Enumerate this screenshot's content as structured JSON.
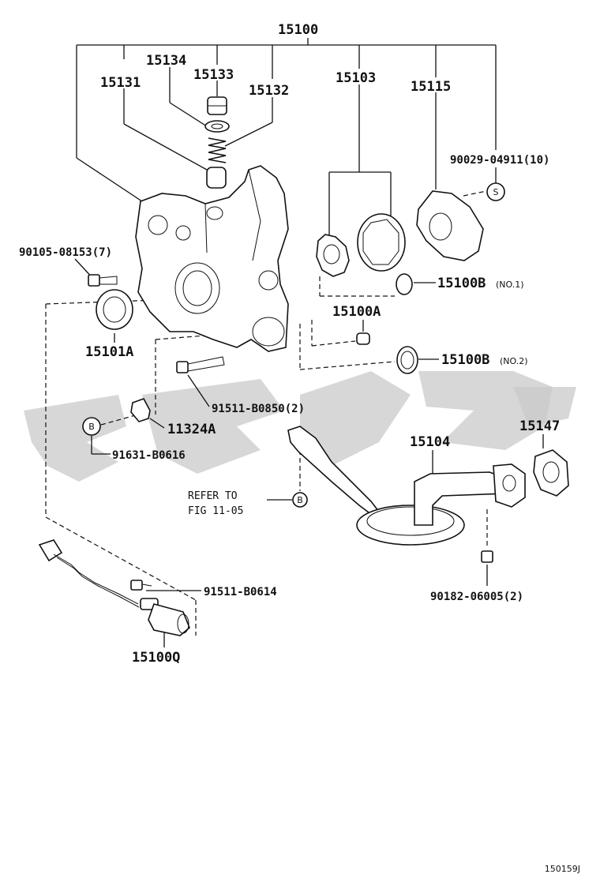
{
  "labels": {
    "p15100": "15100",
    "p15134": "15134",
    "p15133": "15133",
    "p15131": "15131",
    "p15132": "15132",
    "p15103": "15103",
    "p15115": "15115",
    "p90029": "90029-04911(10)",
    "s_symbol": "S",
    "p90105": "90105-08153(7)",
    "p15100b1": "15100B",
    "p15100b1_note": "(NO.1)",
    "p15100a": "15100A",
    "p15101a": "15101A",
    "p15100b2": "15100B",
    "p15100b2_note": "(NO.2)",
    "p91511_b0850": "91511-B0850(2)",
    "b_symbol": "B",
    "p11324a": "11324A",
    "p91631": "91631-B0616",
    "p15104": "15104",
    "p15147": "15147",
    "refer_line1": "REFER TO",
    "refer_line2": "FIG 11-05",
    "b_symbol_2": "B",
    "p90182": "90182-06005(2)",
    "p91511_b0614": "91511-B0614",
    "p15100q": "15100Q",
    "figure_code": "150159J"
  },
  "colors": {
    "line": "#111111",
    "watermark": "#c9c9c9",
    "background": "#ffffff"
  }
}
